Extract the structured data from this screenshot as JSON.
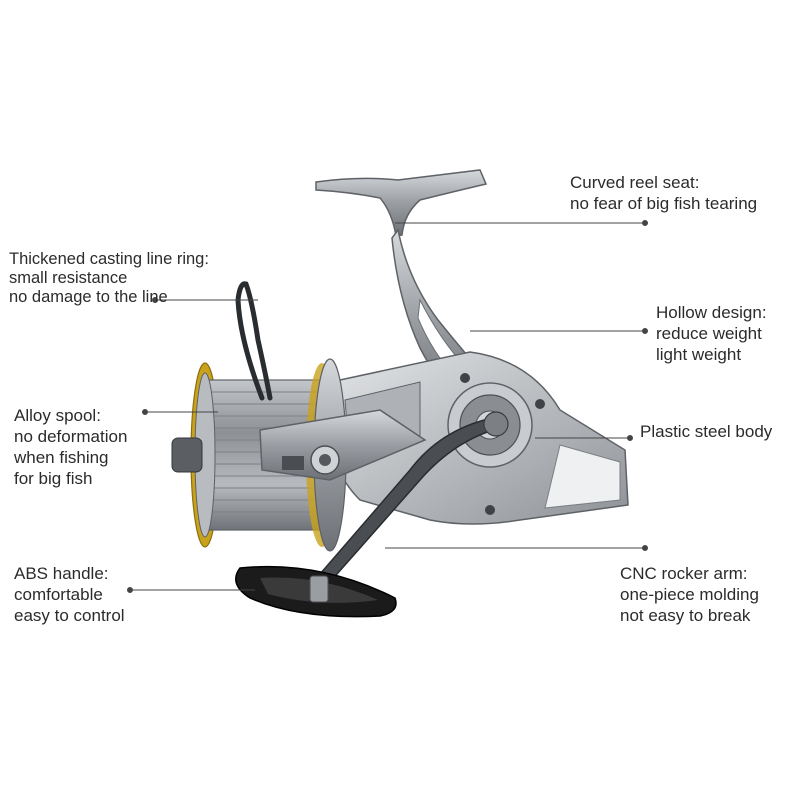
{
  "callouts": {
    "reel_seat": {
      "line1": "Curved reel seat:",
      "line2": "no fear of big fish tearing"
    },
    "line_ring": {
      "line1": "Thickened casting line ring:",
      "line2": "small resistance",
      "line3": "no damage to the line"
    },
    "hollow": {
      "line1": "Hollow design:",
      "line2": "reduce weight",
      "line3": "light weight"
    },
    "spool": {
      "line1": "Alloy spool:",
      "line2": "no deformation",
      "line3": "when fishing",
      "line4": "for big fish"
    },
    "body": {
      "line1": "Plastic steel body"
    },
    "handle": {
      "line1": "ABS handle:",
      "line2": "comfortable",
      "line3": "easy to control"
    },
    "rocker": {
      "line1": "CNC rocker arm:",
      "line2": "one-piece molding",
      "line3": "not easy to break"
    }
  },
  "colors": {
    "text": "#2b2b2b",
    "leader": "#444444",
    "metal": "#9a9ea3",
    "metal_dark": "#5e6267",
    "accent_gold": "#c9a21c",
    "handle_black": "#1b1b1b"
  },
  "icons": {
    "leader_end": "dot-marker"
  }
}
